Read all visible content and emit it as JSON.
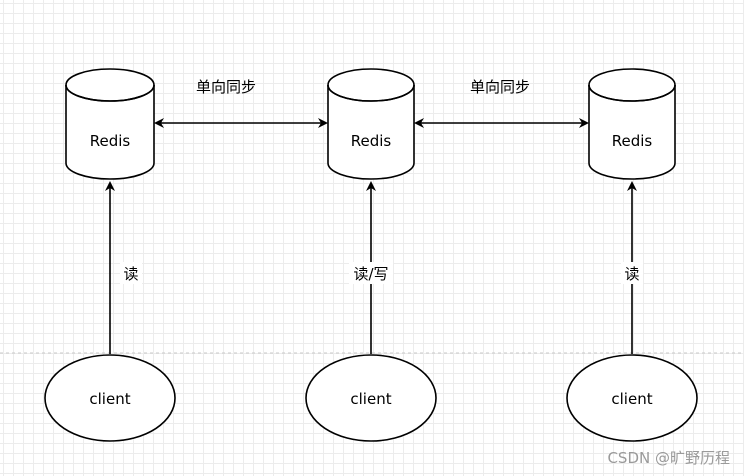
{
  "diagram": {
    "nodes": {
      "redis_left": "Redis",
      "redis_center": "Redis",
      "redis_right": "Redis",
      "client_left": "client",
      "client_center": "client",
      "client_right": "client"
    },
    "edges": {
      "sync_left_label": "单向同步",
      "sync_right_label": "单向同步",
      "left_access_label": "读",
      "center_access_label": "读/写",
      "right_access_label": "读"
    }
  },
  "watermark": "CSDN @旷野历程"
}
